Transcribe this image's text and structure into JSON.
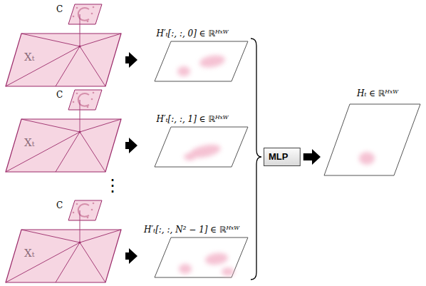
{
  "diagram": {
    "nodes": [
      {
        "text": [
          "C"
        ]
      },
      {
        "text": [
          "Xₜ"
        ]
      },
      {
        "text": [
          "H′ₜ[:, :, 0] ∈ ℝᴴˣᵂ"
        ]
      },
      {
        "text": [
          "C"
        ]
      },
      {
        "text": [
          "Xₜ"
        ]
      },
      {
        "text": [
          "H′ₜ[:, :, 1] ∈ ℝᴴˣᵂ"
        ]
      },
      {
        "text": [
          "C"
        ]
      },
      {
        "text": [
          "Xₜ"
        ]
      },
      {
        "text": [
          "H′ₜ[:, :, N² − 1] ∈ ℝᴴˣᵂ"
        ]
      },
      {
        "text": [
          "MLP"
        ]
      },
      {
        "text": [
          "Hₜ ∈ ℝᴴˣᵂ"
        ]
      }
    ],
    "edges": [
      {
        "from": 0,
        "to": 1,
        "arrow": "none"
      },
      {
        "from": 1,
        "to": 2,
        "arrow": "to"
      },
      {
        "from": 3,
        "to": 4,
        "arrow": "none"
      },
      {
        "from": 4,
        "to": 5,
        "arrow": "to"
      },
      {
        "from": 6,
        "to": 7,
        "arrow": "none"
      },
      {
        "from": 7,
        "to": 8,
        "arrow": "to"
      },
      {
        "from": 9,
        "to": 10,
        "arrow": "to"
      }
    ],
    "labels": [
      "⋮"
    ]
  }
}
